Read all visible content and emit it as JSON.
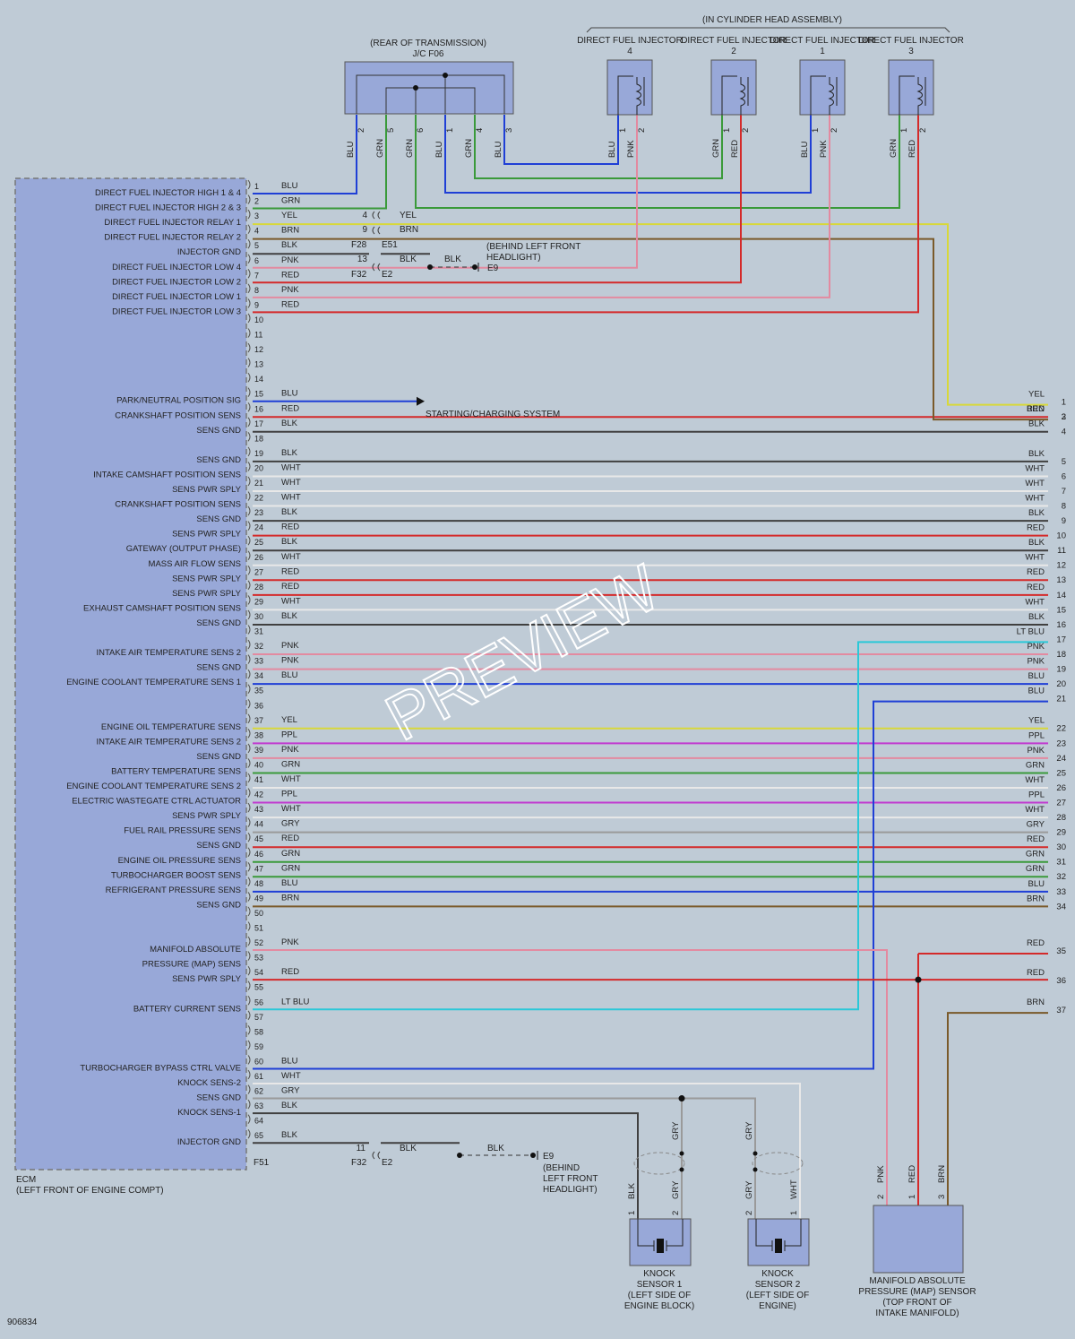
{
  "diagram_id": "906834",
  "watermark": "PREVIEW",
  "colors": {
    "background": "#bfcbd6",
    "ecm_fill": "#98a8d8",
    "BLU": "#1f3fd6",
    "GRN": "#3a9a3a",
    "YEL": "#d8d83a",
    "BRN": "#7a5a2a",
    "BLK": "#404040",
    "PNK": "#e38aa0",
    "RED": "#d42a2a",
    "WHT": "#e8e8e8",
    "PPL": "#c03ad0",
    "GRY": "#9a9a9a",
    "LT BLU": "#2ac8d8"
  },
  "ecm": {
    "title": "ECM",
    "location": "(LEFT FRONT OF ENGINE COMPT)",
    "connector_bottom": "F51"
  },
  "ecm_pins": [
    {
      "pin": "1",
      "label": "DIRECT FUEL INJECTOR HIGH 1 & 4",
      "wire": "BLU"
    },
    {
      "pin": "2",
      "label": "DIRECT FUEL INJECTOR HIGH 2 & 3",
      "wire": "GRN"
    },
    {
      "pin": "3",
      "label": "DIRECT FUEL INJECTOR RELAY 1",
      "wire": "YEL"
    },
    {
      "pin": "4",
      "label": "DIRECT FUEL INJECTOR RELAY 2",
      "wire": "BRN"
    },
    {
      "pin": "5",
      "label": "INJECTOR GND",
      "wire": "BLK"
    },
    {
      "pin": "6",
      "label": "DIRECT FUEL INJECTOR LOW 4",
      "wire": "PNK"
    },
    {
      "pin": "7",
      "label": "DIRECT FUEL INJECTOR LOW 2",
      "wire": "RED"
    },
    {
      "pin": "8",
      "label": "DIRECT FUEL INJECTOR LOW 1",
      "wire": "PNK"
    },
    {
      "pin": "9",
      "label": "DIRECT FUEL INJECTOR LOW 3",
      "wire": "RED"
    },
    {
      "pin": "10",
      "label": "",
      "wire": ""
    },
    {
      "pin": "11",
      "label": "",
      "wire": ""
    },
    {
      "pin": "12",
      "label": "",
      "wire": ""
    },
    {
      "pin": "13",
      "label": "",
      "wire": ""
    },
    {
      "pin": "14",
      "label": "",
      "wire": ""
    },
    {
      "pin": "15",
      "label": "PARK/NEUTRAL POSITION SIG",
      "wire": "BLU"
    },
    {
      "pin": "16",
      "label": "CRANKSHAFT POSITION SENS",
      "wire": "RED"
    },
    {
      "pin": "17",
      "label": "SENS GND",
      "wire": "BLK"
    },
    {
      "pin": "18",
      "label": "",
      "wire": ""
    },
    {
      "pin": "19",
      "label": "SENS GND",
      "wire": "BLK"
    },
    {
      "pin": "20",
      "label": "INTAKE CAMSHAFT POSITION SENS",
      "wire": "WHT"
    },
    {
      "pin": "21",
      "label": "SENS PWR SPLY",
      "wire": "WHT"
    },
    {
      "pin": "22",
      "label": "CRANKSHAFT POSITION SENS",
      "wire": "WHT"
    },
    {
      "pin": "23",
      "label": "SENS GND",
      "wire": "BLK"
    },
    {
      "pin": "24",
      "label": "SENS PWR SPLY",
      "wire": "RED"
    },
    {
      "pin": "25",
      "label": "GATEWAY (OUTPUT PHASE)",
      "wire": "BLK"
    },
    {
      "pin": "26",
      "label": "MASS AIR FLOW SENS",
      "wire": "WHT"
    },
    {
      "pin": "27",
      "label": "SENS PWR SPLY",
      "wire": "RED"
    },
    {
      "pin": "28",
      "label": "SENS PWR SPLY",
      "wire": "RED"
    },
    {
      "pin": "29",
      "label": "EXHAUST CAMSHAFT POSITION SENS",
      "wire": "WHT"
    },
    {
      "pin": "30",
      "label": "SENS GND",
      "wire": "BLK"
    },
    {
      "pin": "31",
      "label": "",
      "wire": ""
    },
    {
      "pin": "32",
      "label": "INTAKE AIR TEMPERATURE SENS 2",
      "wire": "PNK"
    },
    {
      "pin": "33",
      "label": "SENS GND",
      "wire": "PNK"
    },
    {
      "pin": "34",
      "label": "ENGINE COOLANT TEMPERATURE SENS 1",
      "wire": "BLU"
    },
    {
      "pin": "35",
      "label": "",
      "wire": ""
    },
    {
      "pin": "36",
      "label": "",
      "wire": ""
    },
    {
      "pin": "37",
      "label": "ENGINE OIL TEMPERATURE SENS",
      "wire": "YEL"
    },
    {
      "pin": "38",
      "label": "INTAKE AIR TEMPERATURE SENS 2",
      "wire": "PPL"
    },
    {
      "pin": "39",
      "label": "SENS GND",
      "wire": "PNK"
    },
    {
      "pin": "40",
      "label": "BATTERY TEMPERATURE SENS",
      "wire": "GRN"
    },
    {
      "pin": "41",
      "label": "ENGINE COOLANT TEMPERATURE SENS 2",
      "wire": "WHT"
    },
    {
      "pin": "42",
      "label": "ELECTRIC WASTEGATE CTRL ACTUATOR",
      "wire": "PPL"
    },
    {
      "pin": "43",
      "label": "SENS PWR SPLY",
      "wire": "WHT"
    },
    {
      "pin": "44",
      "label": "FUEL RAIL PRESSURE SENS",
      "wire": "GRY"
    },
    {
      "pin": "45",
      "label": "SENS GND",
      "wire": "RED"
    },
    {
      "pin": "46",
      "label": "ENGINE OIL PRESSURE SENS",
      "wire": "GRN"
    },
    {
      "pin": "47",
      "label": "TURBOCHARGER BOOST SENS",
      "wire": "GRN"
    },
    {
      "pin": "48",
      "label": "REFRIGERANT PRESSURE SENS",
      "wire": "BLU"
    },
    {
      "pin": "49",
      "label": "SENS GND",
      "wire": "BRN"
    },
    {
      "pin": "50",
      "label": "",
      "wire": ""
    },
    {
      "pin": "51",
      "label": "",
      "wire": ""
    },
    {
      "pin": "52",
      "label": "MANIFOLD ABSOLUTE",
      "wire": "PNK"
    },
    {
      "pin": "53",
      "label": "PRESSURE (MAP) SENS",
      "wire": ""
    },
    {
      "pin": "54",
      "label": "SENS PWR SPLY",
      "wire": "RED"
    },
    {
      "pin": "55",
      "label": "",
      "wire": ""
    },
    {
      "pin": "56",
      "label": "BATTERY CURRENT SENS",
      "wire": "LT BLU"
    },
    {
      "pin": "57",
      "label": "",
      "wire": ""
    },
    {
      "pin": "58",
      "label": "",
      "wire": ""
    },
    {
      "pin": "59",
      "label": "",
      "wire": ""
    },
    {
      "pin": "60",
      "label": "TURBOCHARGER BYPASS CTRL VALVE",
      "wire": "BLU"
    },
    {
      "pin": "61",
      "label": "KNOCK SENS-2",
      "wire": "WHT"
    },
    {
      "pin": "62",
      "label": "SENS GND",
      "wire": "GRY"
    },
    {
      "pin": "63",
      "label": "KNOCK SENS-1",
      "wire": "BLK"
    },
    {
      "pin": "64",
      "label": "",
      "wire": ""
    },
    {
      "pin": "65",
      "label": "INJECTOR GND",
      "wire": "BLK"
    }
  ],
  "right_terminals": [
    {
      "num": "1",
      "wire": "YEL"
    },
    {
      "num": "2",
      "wire": "BRN"
    },
    {
      "num": "3",
      "wire": "RED"
    },
    {
      "num": "4",
      "wire": "BLK"
    },
    {
      "num": "5",
      "wire": "BLK"
    },
    {
      "num": "6",
      "wire": "WHT"
    },
    {
      "num": "7",
      "wire": "WHT"
    },
    {
      "num": "8",
      "wire": "WHT"
    },
    {
      "num": "9",
      "wire": "BLK"
    },
    {
      "num": "10",
      "wire": "RED"
    },
    {
      "num": "11",
      "wire": "BLK"
    },
    {
      "num": "12",
      "wire": "WHT"
    },
    {
      "num": "13",
      "wire": "RED"
    },
    {
      "num": "14",
      "wire": "RED"
    },
    {
      "num": "15",
      "wire": "WHT"
    },
    {
      "num": "16",
      "wire": "BLK"
    },
    {
      "num": "17",
      "wire": "LT BLU"
    },
    {
      "num": "18",
      "wire": "PNK"
    },
    {
      "num": "19",
      "wire": "PNK"
    },
    {
      "num": "20",
      "wire": "BLU"
    },
    {
      "num": "21",
      "wire": "BLU"
    },
    {
      "num": "22",
      "wire": "YEL"
    },
    {
      "num": "23",
      "wire": "PPL"
    },
    {
      "num": "24",
      "wire": "PNK"
    },
    {
      "num": "25",
      "wire": "GRN"
    },
    {
      "num": "26",
      "wire": "WHT"
    },
    {
      "num": "27",
      "wire": "PPL"
    },
    {
      "num": "28",
      "wire": "WHT"
    },
    {
      "num": "29",
      "wire": "GRY"
    },
    {
      "num": "30",
      "wire": "RED"
    },
    {
      "num": "31",
      "wire": "GRN"
    },
    {
      "num": "32",
      "wire": "GRN"
    },
    {
      "num": "33",
      "wire": "BLU"
    },
    {
      "num": "34",
      "wire": "BRN"
    },
    {
      "num": "35",
      "wire": "RED"
    },
    {
      "num": "36",
      "wire": "RED"
    },
    {
      "num": "37",
      "wire": "BRN"
    }
  ],
  "jc": {
    "location": "(REAR OF TRANSMISSION)",
    "name": "J/C F06",
    "pins": [
      {
        "pin": "2",
        "wire": "BLU"
      },
      {
        "pin": "5",
        "wire": "GRN"
      },
      {
        "pin": "6",
        "wire": "GRN"
      },
      {
        "pin": "1",
        "wire": "BLU"
      },
      {
        "pin": "4",
        "wire": "GRN"
      },
      {
        "pin": "3",
        "wire": "BLU"
      }
    ]
  },
  "cylinder_head": {
    "label": "(IN CYLINDER HEAD ASSEMBLY)",
    "injectors": [
      {
        "name": "DIRECT FUEL INJECTOR 4",
        "p1": "1",
        "w1": "BLU",
        "p2": "2",
        "w2": "PNK"
      },
      {
        "name": "DIRECT FUEL INJECTOR 2",
        "p1": "1",
        "w1": "GRN",
        "p2": "2",
        "w2": "RED"
      },
      {
        "name": "DIRECT FUEL INJECTOR 1",
        "p1": "1",
        "w1": "BLU",
        "p2": "2",
        "w2": "PNK"
      },
      {
        "name": "DIRECT FUEL INJECTOR 3",
        "p1": "1",
        "w1": "GRN",
        "p2": "2",
        "w2": "RED"
      }
    ]
  },
  "relay_connectors": {
    "left": "F28",
    "right": "E51",
    "pin_a": "4",
    "wire_a": "YEL",
    "pin_b": "9",
    "wire_b": "BRN"
  },
  "ground_top": {
    "pin": "13",
    "left": "F32",
    "right": "E2",
    "wire": "BLK",
    "wire2": "BLK",
    "ground": "E9",
    "location": "(BEHIND LEFT FRONT HEADLIGHT)"
  },
  "ground_bottom": {
    "pin": "11",
    "left": "F32",
    "right": "E2",
    "wire": "BLK",
    "wire2": "BLK",
    "ground": "E9",
    "location1": "(BEHIND",
    "location2": "LEFT FRONT",
    "location3": "HEADLIGHT)"
  },
  "starting_charging": "STARTING/CHARGING SYSTEM",
  "knock1": {
    "line1": "KNOCK",
    "line2": "SENSOR 1",
    "line3": "(LEFT SIDE OF",
    "line4": "ENGINE BLOCK)",
    "p1": "1",
    "w1": "BLK",
    "p2": "2",
    "w2": "GRY",
    "wtop": "GRY"
  },
  "knock2": {
    "line1": "KNOCK",
    "line2": "SENSOR 2",
    "line3": "(LEFT SIDE OF",
    "line4": "ENGINE)",
    "p1": "2",
    "w1": "GRY",
    "p2": "1",
    "w2": "WHT",
    "wtop": "GRY"
  },
  "map_sensor": {
    "line1": "MANIFOLD ABSOLUTE",
    "line2": "PRESSURE (MAP) SENSOR",
    "line3": "(TOP FRONT OF",
    "line4": "INTAKE MANIFOLD)",
    "pins": [
      {
        "pin": "2",
        "wire": "PNK"
      },
      {
        "pin": "1",
        "wire": "RED"
      },
      {
        "pin": "3",
        "wire": "BRN"
      }
    ]
  }
}
